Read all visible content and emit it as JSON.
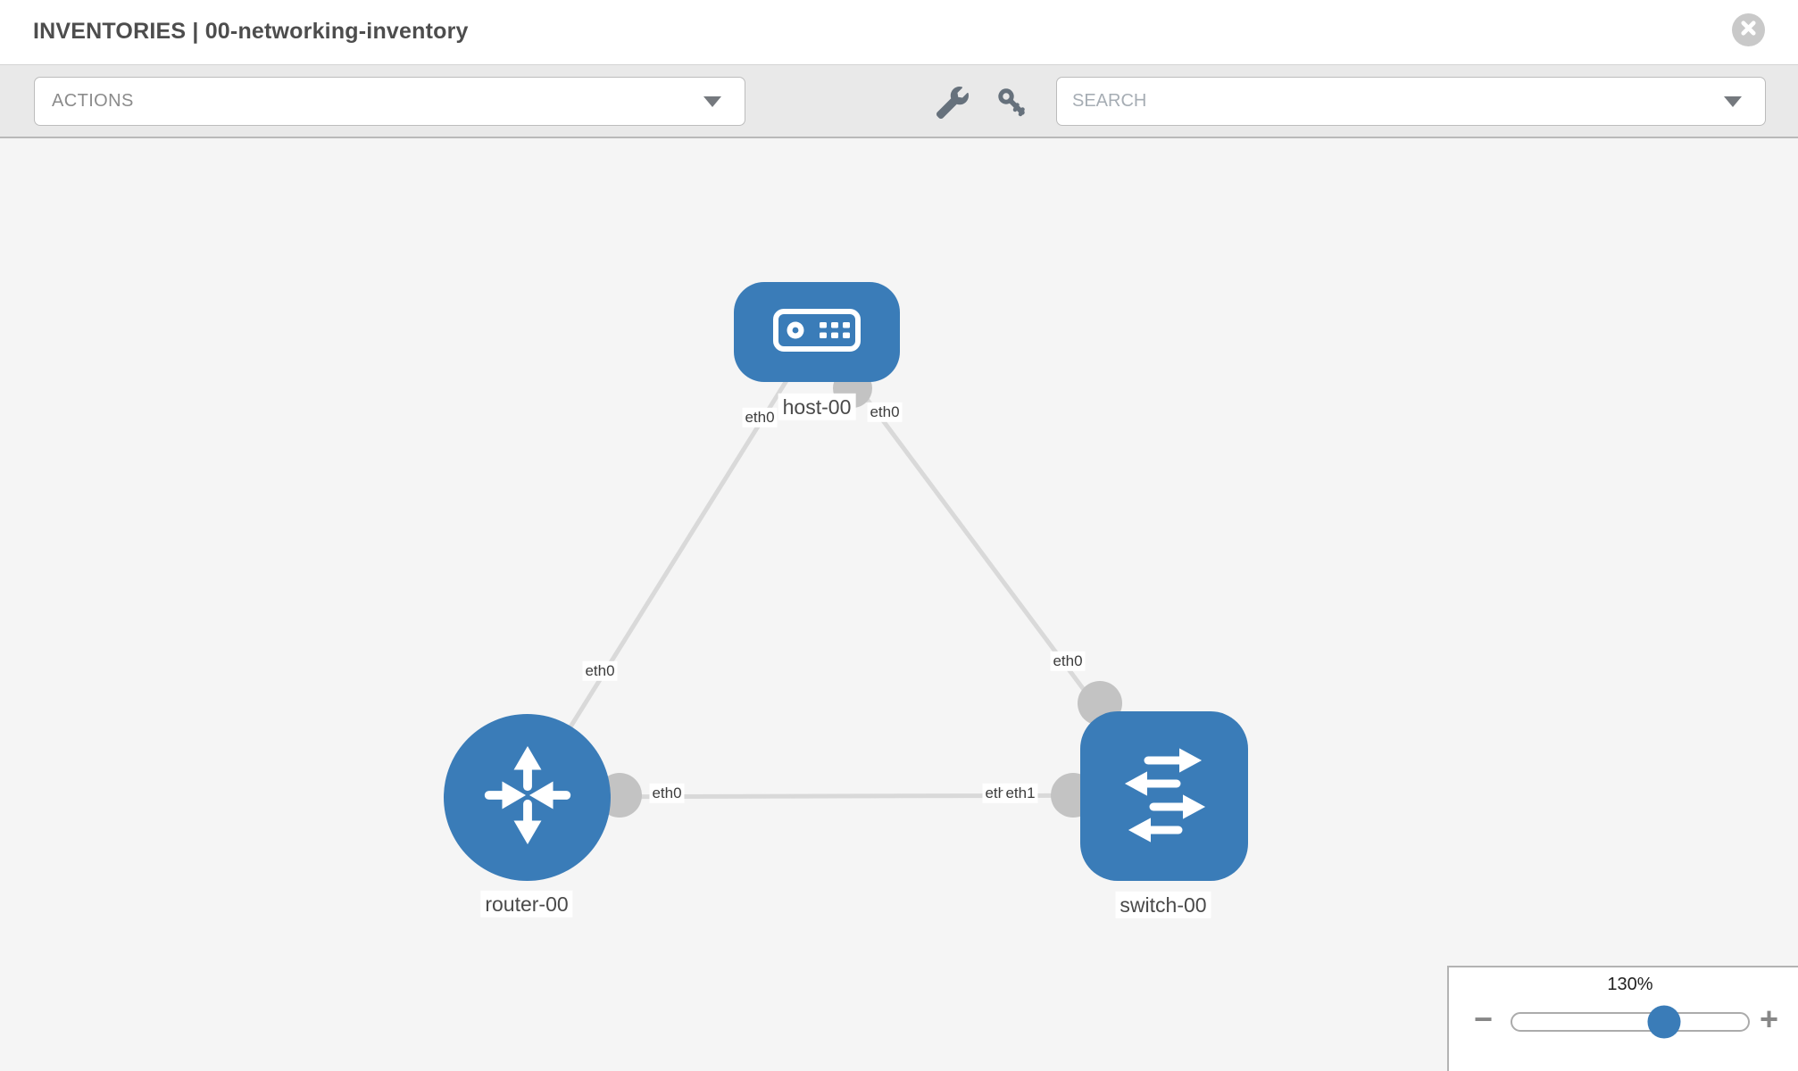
{
  "header": {
    "title": "INVENTORIES | 00-networking-inventory"
  },
  "toolbar": {
    "actions_label": "ACTIONS",
    "search_placeholder": "SEARCH"
  },
  "topology": {
    "nodes": [
      {
        "id": "host-00",
        "type": "host",
        "label": "host-00"
      },
      {
        "id": "router-00",
        "type": "router",
        "label": "router-00"
      },
      {
        "id": "switch-00",
        "type": "switch",
        "label": "switch-00"
      }
    ],
    "links": [
      {
        "from": "host-00",
        "to": "router-00",
        "from_port": "eth0",
        "to_port": "eth0"
      },
      {
        "from": "host-00",
        "to": "switch-00",
        "from_port": "eth0",
        "to_port": "eth0"
      },
      {
        "from": "router-00",
        "to": "switch-00",
        "from_port": "eth0",
        "to_port": "eth1"
      }
    ],
    "port_labels": {
      "host_to_router_at_host": "eth0",
      "host_to_switch_at_host": "eth0",
      "host_to_router_at_router": "eth0",
      "host_to_switch_at_switch": "eth0",
      "router_to_switch_at_router": "eth0",
      "router_to_switch_at_switch_under": "eth0",
      "router_to_switch_at_switch_over": "eth1"
    }
  },
  "zoom_control": {
    "level": "130%",
    "minus_glyph": "−",
    "plus_glyph": "+",
    "knob_percent": 64.5
  },
  "colors": {
    "node_blue": "#3a7cb8",
    "link_gray": "#d9d9d9",
    "port_gray": "#c3c3c3",
    "canvas_bg": "#f5f5f5"
  }
}
